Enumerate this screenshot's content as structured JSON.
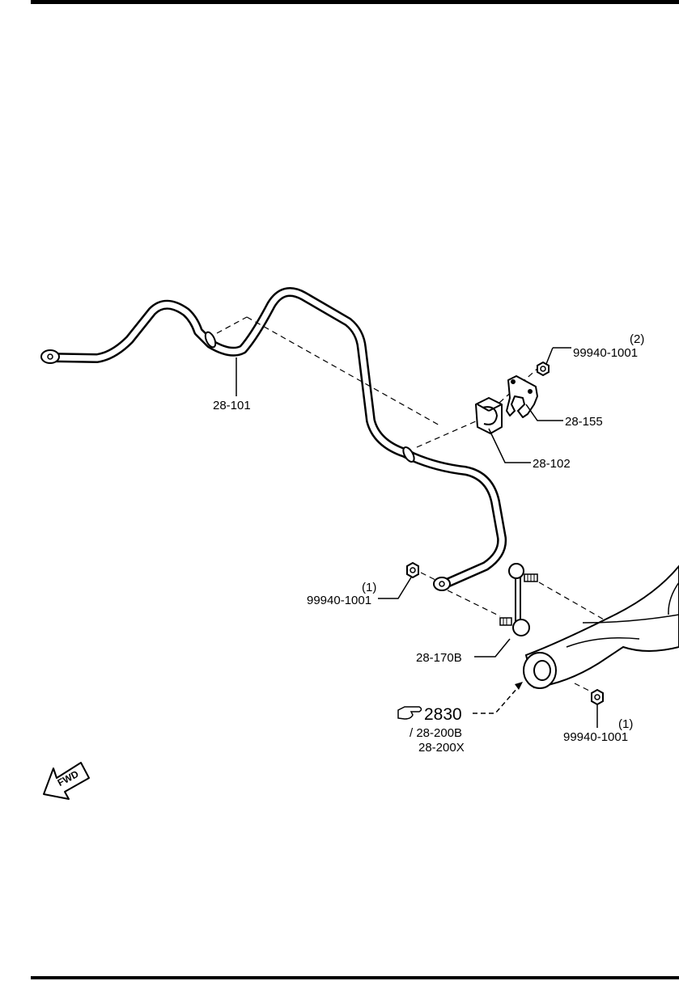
{
  "diagram": {
    "labels": {
      "stabilizer_bar": "28-101",
      "bushing": "28-102",
      "bracket": "28-155",
      "link": "28-170B",
      "nut_upper": "99940-1001",
      "nut_upper_qty": "(2)",
      "nut_link": "99940-1001",
      "nut_link_qty": "(1)",
      "nut_arm": "99940-1001",
      "nut_arm_qty": "(1)",
      "ref_main": "2830",
      "ref_sub1": "/ 28-200B",
      "ref_sub2": "28-200X",
      "fwd": "FWD"
    },
    "icons": {
      "reference": "pointing-hand-icon",
      "direction": "fwd-arrow-icon"
    }
  }
}
